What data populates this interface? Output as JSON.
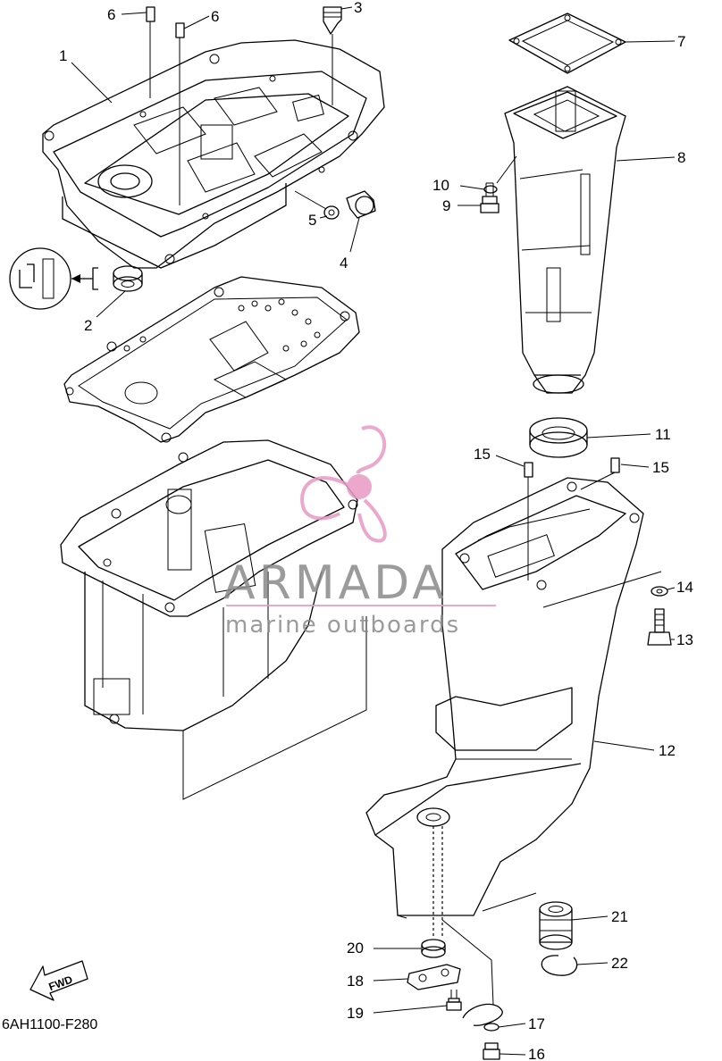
{
  "diagram_code": "6AH1100-F280",
  "fwd_label": "FWD",
  "watermark": {
    "brand": "ARMADA",
    "tagline": "marine outboards",
    "accent": "#e89ac4",
    "grey": "#8a8a8a"
  },
  "callouts": [
    "1",
    "2",
    "3",
    "4",
    "5",
    "6",
    "6",
    "7",
    "8",
    "9",
    "10",
    "11",
    "12",
    "13",
    "14",
    "15",
    "15",
    "16",
    "17",
    "18",
    "19",
    "20",
    "21",
    "22"
  ]
}
